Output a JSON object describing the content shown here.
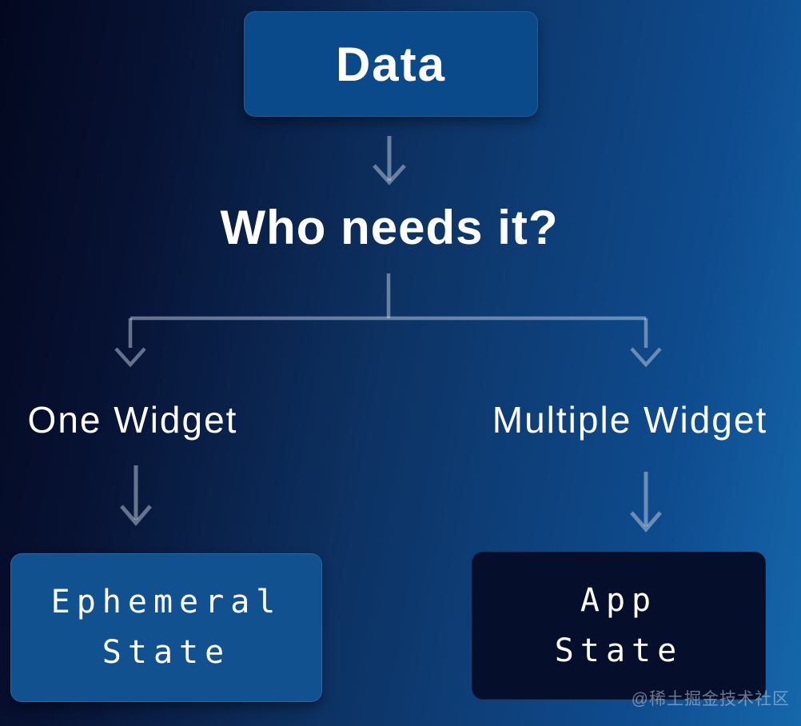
{
  "diagram": {
    "root": {
      "label": "Data"
    },
    "question": "Who needs it?",
    "branches": [
      {
        "condition": "One Widget",
        "result_lines": [
          "Ephemeral",
          "State"
        ]
      },
      {
        "condition": "Multiple Widget",
        "result_lines": [
          "App",
          "State"
        ]
      }
    ]
  },
  "watermark": "@稀土掘金技术社区",
  "colors": {
    "background_start": "#03081f",
    "background_mid": "#0d3263",
    "background_end": "#1568ab",
    "root_box": "#0a4a8a",
    "ephemeral_box": "#125190",
    "app_box": "#050f2c",
    "arrow": "#ccd7e8",
    "text": "#ffffff"
  }
}
